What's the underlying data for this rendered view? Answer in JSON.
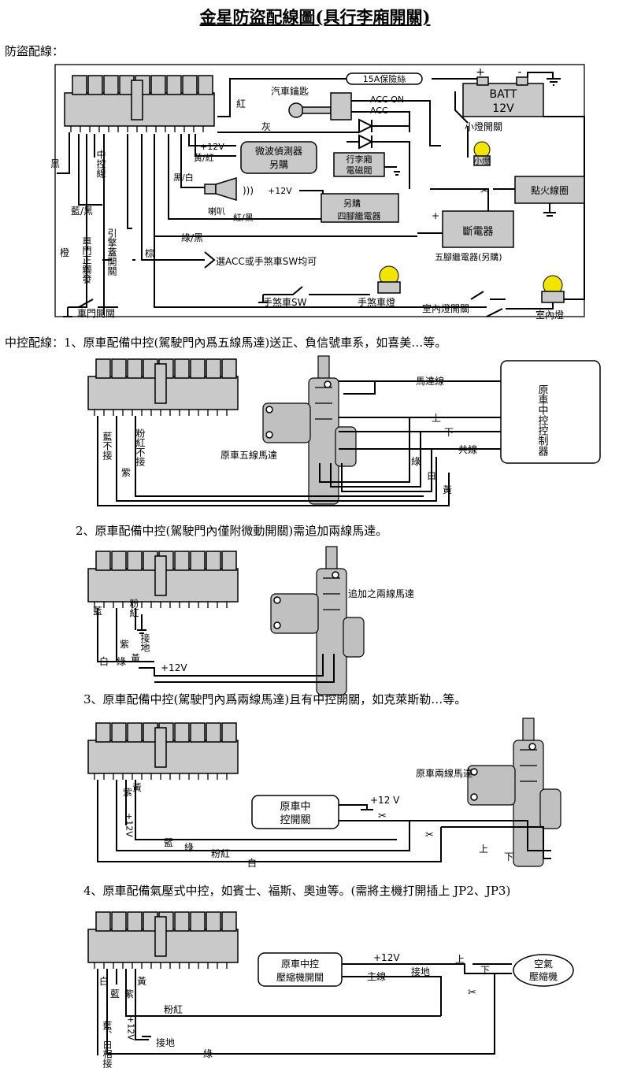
{
  "title": "金星防盜配線圖(具行李廂開關)",
  "sections": {
    "alarm": "防盜配線：",
    "cl1": "中控配線：1、原車配備中控(駕駛門內爲五線馬達)送正、負信號車系，如喜美…等。",
    "cl2": "2、原車配備中控(駕駛門內僅附微動開關)需追加兩線馬達。",
    "cl3": "3、原車配備中控(駕駛門內爲兩線馬達)且有中控開關，如克萊斯勒…等。",
    "cl4": "4、原車配備氣壓式中控，如賓士、福斯、奧迪等。(需將主機打開插上 JP2、JP3)"
  },
  "d1": {
    "fuse": "15A保險絲",
    "batt": "BATT",
    "volt": "12V",
    "key": "汽車鑰匙",
    "acc_on": "ACC ON",
    "acc": "ACC",
    "red": "紅",
    "gray": "灰",
    "small_switch": "小燈開關",
    "small_lamp": "小燈",
    "plus12": "+12V",
    "yellow_red": "黃/紅",
    "microwave1": "微波偵測器",
    "microwave2": "另購",
    "trunk1": "行李廂",
    "trunk2": "電磁閥",
    "ignition_coil": "點火線圈",
    "black_white": "黑/白",
    "horn": "喇叭",
    "plus12b": "+12V",
    "buy_sep": "另購",
    "four_pin": "四腳繼電器",
    "red_black": "紅/黑",
    "cutoff": "斷電器",
    "five_pin": "五腳繼電器(另購)",
    "black": "黑",
    "central": "中控線",
    "blue_black": "藍/黑",
    "door_trigger": "車門正觸發",
    "engine_hood": "引擎蓋開關",
    "green_black": "綠/黑",
    "orange": "橙",
    "brown": "棕",
    "acc_or_brake": "選ACC或手煞車SW均可",
    "handbrake_sw": "手煞車SW",
    "handbrake_lamp": "手煞車燈",
    "door_switch": "車門開關",
    "interior_switch": "室內燈開關",
    "interior_lamp": "室內燈",
    "plus": "+",
    "minus": "-"
  },
  "d2": {
    "motor_wire": "馬達線",
    "up": "上",
    "down": "下",
    "common": "共線",
    "controller": "原車中控控制器",
    "blue_no": "藍不接",
    "pink_no": "粉紅不接",
    "purple": "紫",
    "green": "綠",
    "white": "白",
    "yellow": "黃",
    "motor5": "原車五線馬達"
  },
  "d3": {
    "added_motor": "追加之兩線馬達",
    "blue": "藍",
    "pink": "粉紅",
    "purple": "紫",
    "ground": "接地",
    "yellow": "黃",
    "white": "白",
    "green": "綠",
    "plus12": "+12V"
  },
  "d4": {
    "motor2": "原車兩線馬達",
    "switch1": "原車中",
    "switch2": "控開關",
    "plus12": "+12 V",
    "yellow": "黃",
    "purple": "紫",
    "plus12v": "+12V",
    "blue": "藍",
    "green": "綠",
    "pink": "粉紅",
    "white": "白",
    "up": "上",
    "down": "下"
  },
  "d5": {
    "switch1": "原車中控",
    "switch2": "壓縮機開關",
    "plus12": "+12V",
    "main": "主線",
    "ground": "接地",
    "up": "上",
    "down": "下",
    "comp1": "空氣",
    "comp2": "壓縮機",
    "white": "白",
    "blue": "藍",
    "purple": "紫",
    "yellow": "黃",
    "plus12v": "+12V",
    "pink": "粉紅",
    "blue_white": "藍、白相接",
    "ground2": "接地",
    "green": "綠"
  }
}
